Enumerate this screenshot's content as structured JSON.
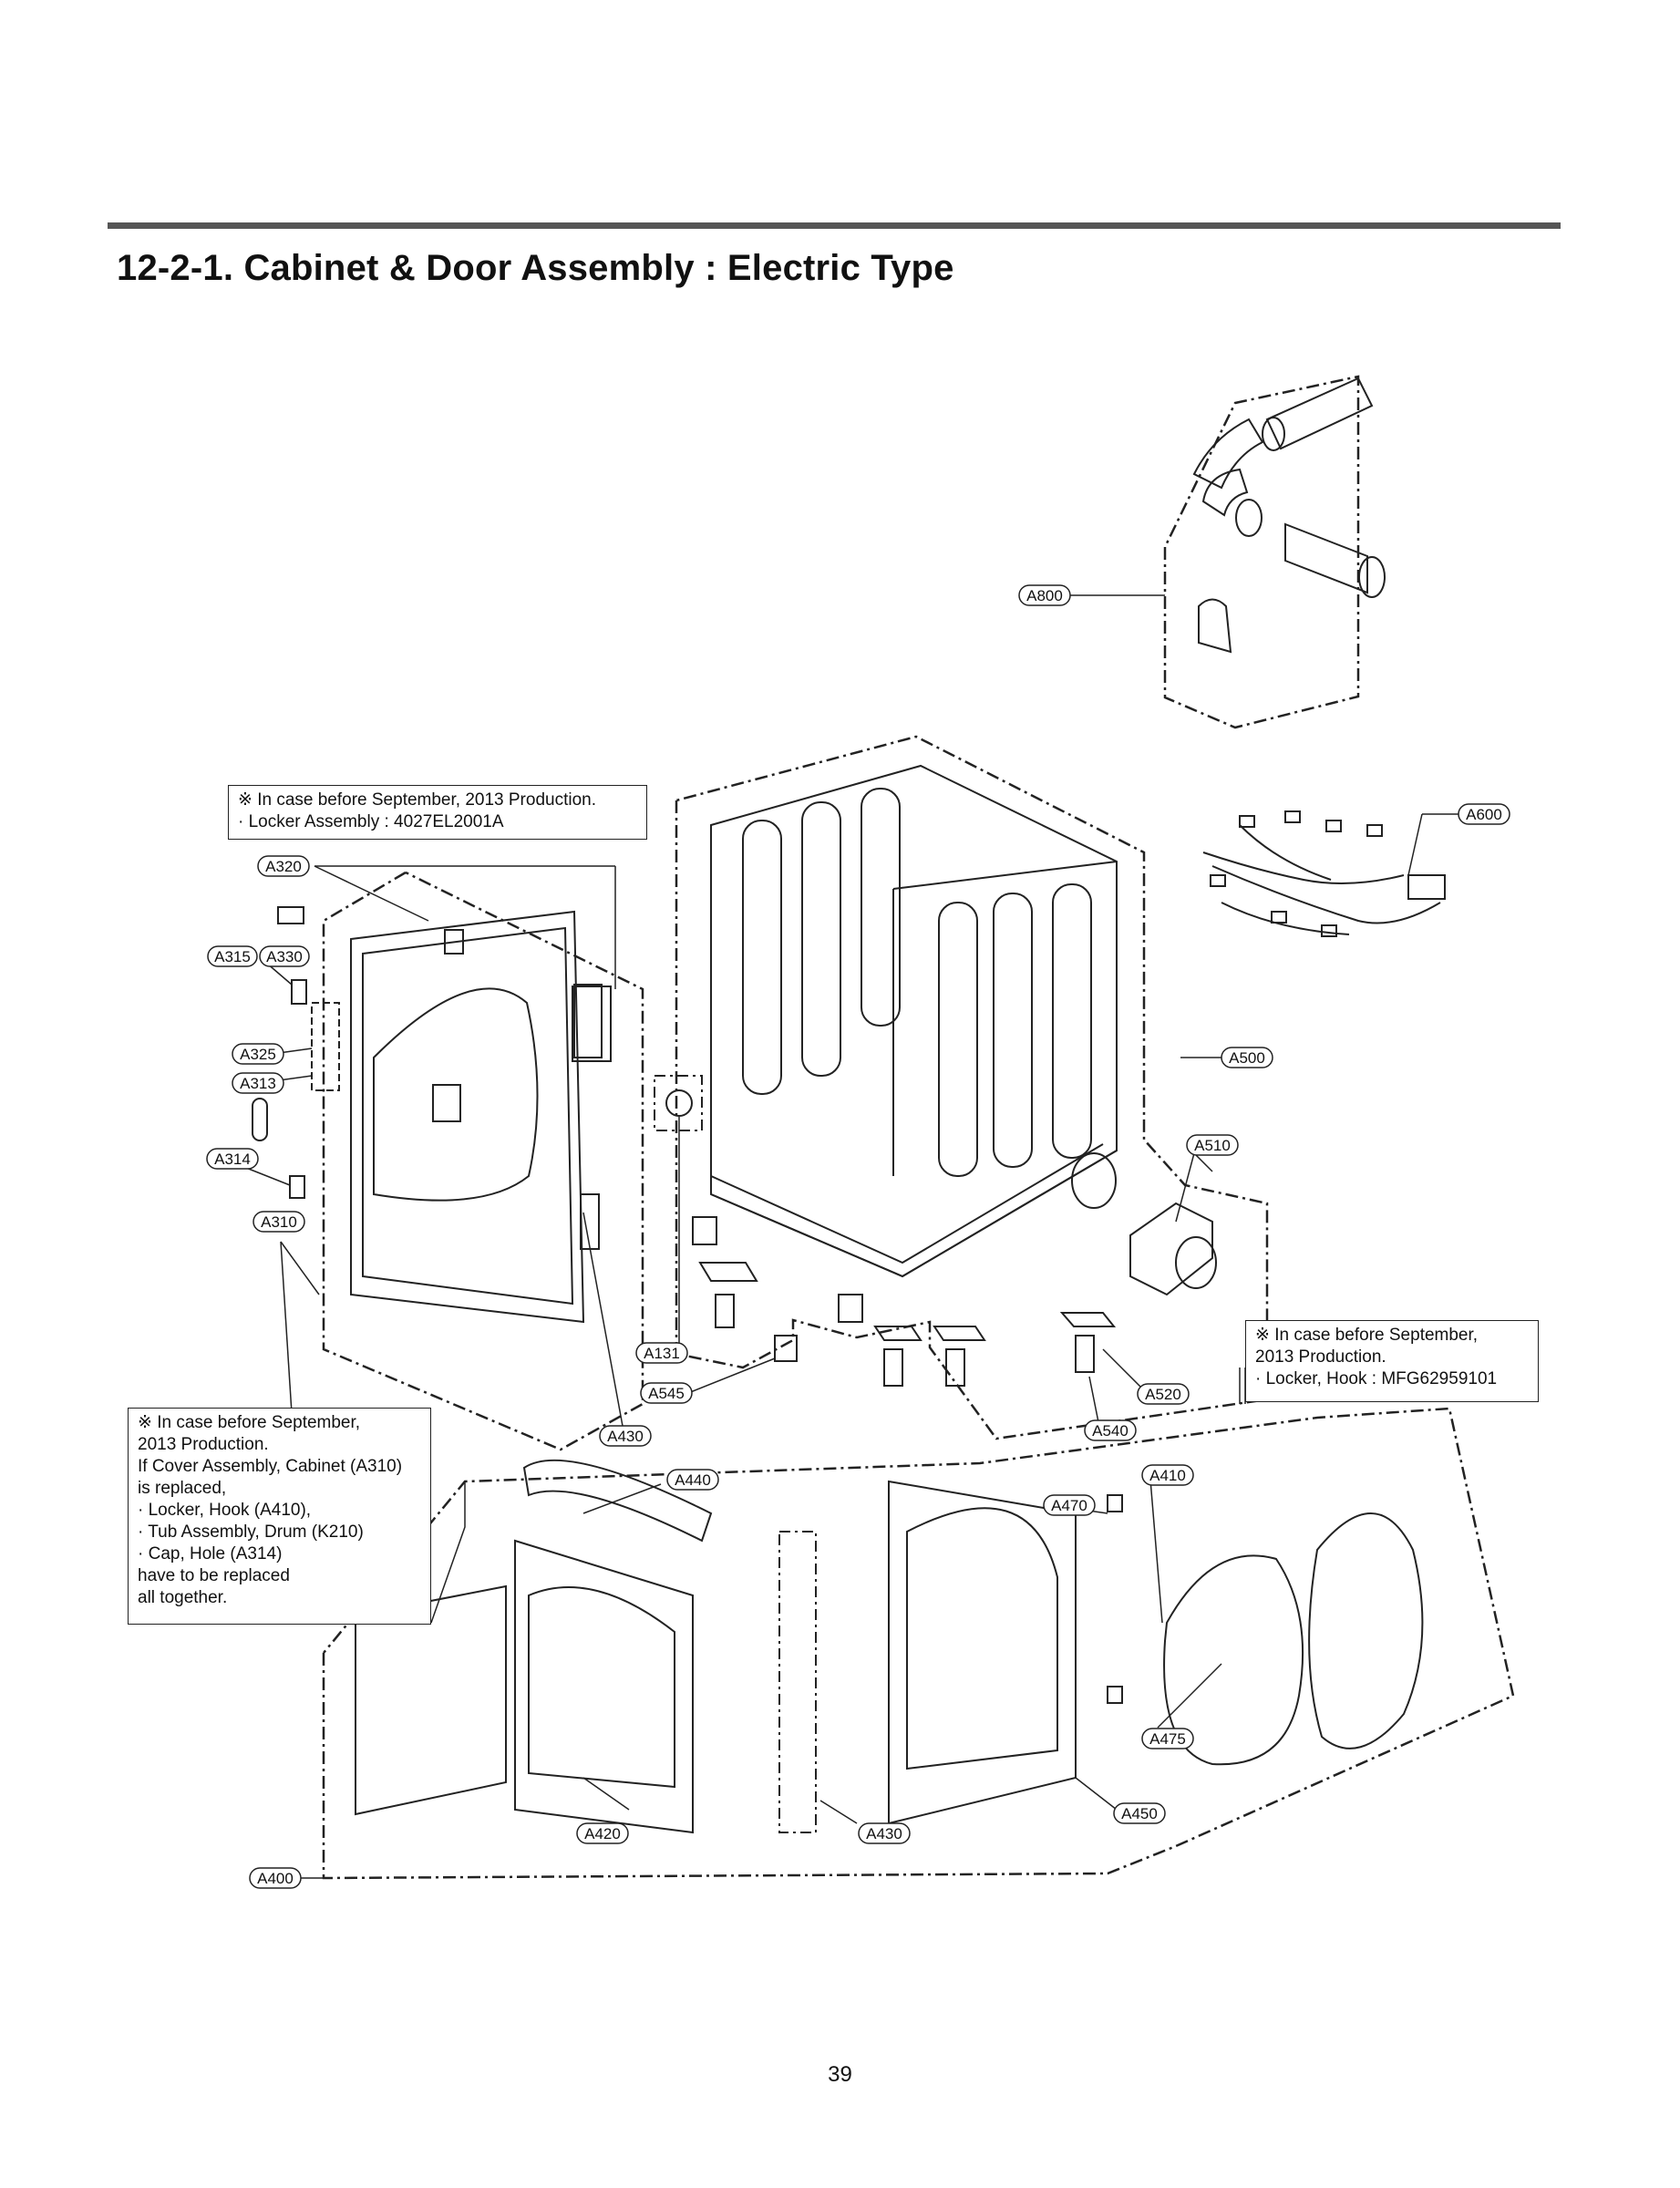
{
  "page": {
    "title": "12-2-1. Cabinet & Door Assembly : Electric Type",
    "page_number": "39"
  },
  "notes": {
    "locker_assembly": {
      "line1": "※ In case before September, 2013 Production.",
      "line2": "· Locker Assembly : 4027EL2001A"
    },
    "cover_replace": {
      "line1": "※ In case before September,",
      "line2": "2013 Production.",
      "line3": "If Cover Assembly, Cabinet (A310)",
      "line4": "is replaced,",
      "line5": "· Locker, Hook (A410),",
      "line6": "· Tub Assembly, Drum (K210)",
      "line7": "· Cap, Hole (A314)",
      "line8": "have to be replaced",
      "line9": "all together."
    },
    "locker_hook": {
      "line1": "※ In case before September,",
      "line2": "2013 Production.",
      "line3": "· Locker, Hook : MFG62959101"
    }
  },
  "parts": {
    "a800": "A800",
    "a600": "A600",
    "a500": "A500",
    "a510": "A510",
    "a320": "A320",
    "a315": "A315",
    "a330": "A330",
    "a325": "A325",
    "a313": "A313",
    "a314": "A314",
    "a310": "A310",
    "a131": "A131",
    "a545": "A545",
    "a430_top": "A430",
    "a520": "A520",
    "a540": "A540",
    "a440": "A440",
    "a410": "A410",
    "a470": "A470",
    "a475": "A475",
    "a450": "A450",
    "a420": "A420",
    "a430_bottom": "A430",
    "a400": "A400"
  }
}
